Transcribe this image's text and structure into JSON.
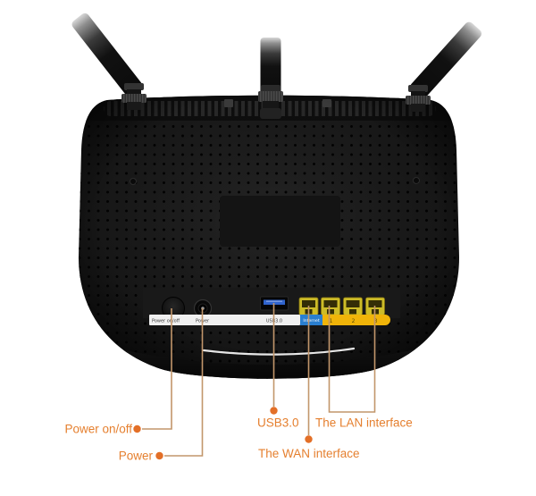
{
  "router": {
    "rear_labels": {
      "power_switch": "Power on/off",
      "power_jack": "Power",
      "usb_port": "USB3.0",
      "internet_port": "Internet",
      "lan_ports": [
        "1",
        "2",
        "3"
      ]
    }
  },
  "callouts": {
    "power_switch": "Power on/off",
    "power_jack": "Power",
    "usb": "USB3.0",
    "wan": "The WAN interface",
    "lan": "The LAN interface"
  },
  "colors": {
    "callout_text": "#e57f2e",
    "callout_dot": "#e36f27",
    "leader_line": "#c2966b",
    "internet_label_bg": "#2a7fd0",
    "lan_strip": "#f0b409",
    "usb_blue": "#2f63cc",
    "port_yellow": "#cdbc28",
    "body_black": "#1b1b1b",
    "background": "#ffffff"
  }
}
